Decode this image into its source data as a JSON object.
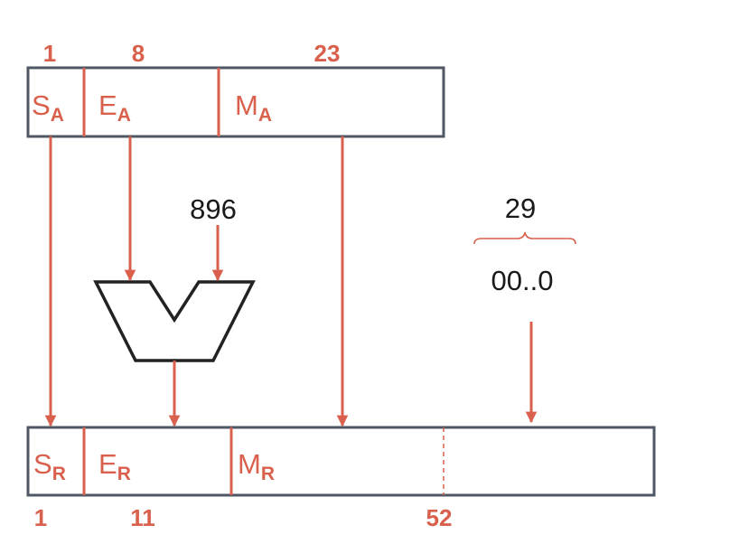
{
  "colors": {
    "accent": "#d9604c",
    "box_stroke": "#4e5763",
    "text_dark": "#1a1a1a",
    "background": "#ffffff"
  },
  "single": {
    "width_labels": [
      "1",
      "8",
      "23"
    ],
    "fields": [
      {
        "base": "S",
        "sub": "A"
      },
      {
        "base": "E",
        "sub": "A"
      },
      {
        "base": "M",
        "sub": "A"
      }
    ]
  },
  "double": {
    "width_labels": [
      "1",
      "11",
      "52"
    ],
    "fields": [
      {
        "base": "S",
        "sub": "R"
      },
      {
        "base": "E",
        "sub": "R"
      },
      {
        "base": "M",
        "sub": "R"
      }
    ]
  },
  "bias_value": "896",
  "padding": {
    "count": "29",
    "bits": "00..0"
  }
}
